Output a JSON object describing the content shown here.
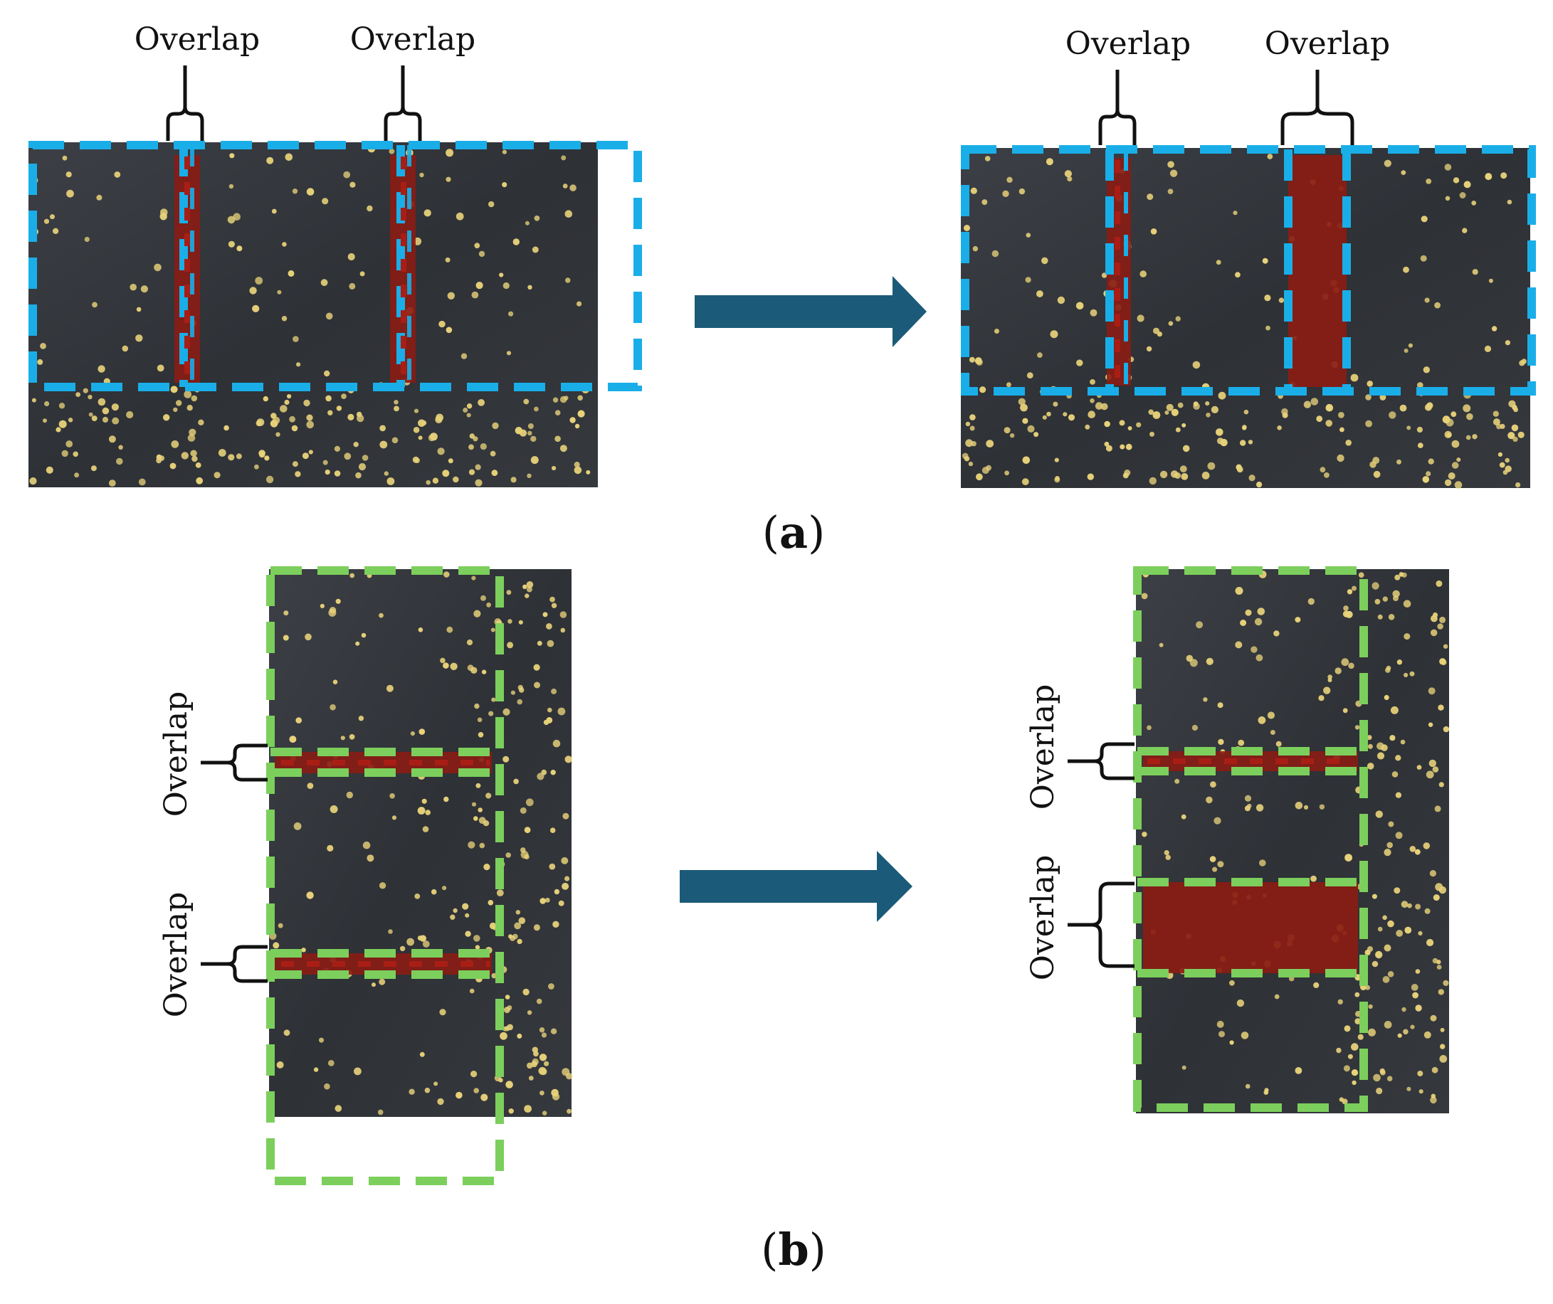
{
  "labels": {
    "overlap": "Overlap",
    "panel_a": "(a)",
    "panel_b": "(b)",
    "label_a_strong": "a",
    "label_b_strong": "b"
  },
  "colors": {
    "background": "#ffffff",
    "photo_dark": "#2f3237",
    "photo_mid": "#3a3d42",
    "seed": "#e8d27a",
    "blue_dash": "#1aaee8",
    "green_dash": "#7ccf5c",
    "overlap_red": "#8a1c14",
    "arrow": "#1b5a78",
    "text": "#111111"
  },
  "icons": {
    "arrow_a": "right-arrow-icon",
    "arrow_b": "right-arrow-icon"
  }
}
